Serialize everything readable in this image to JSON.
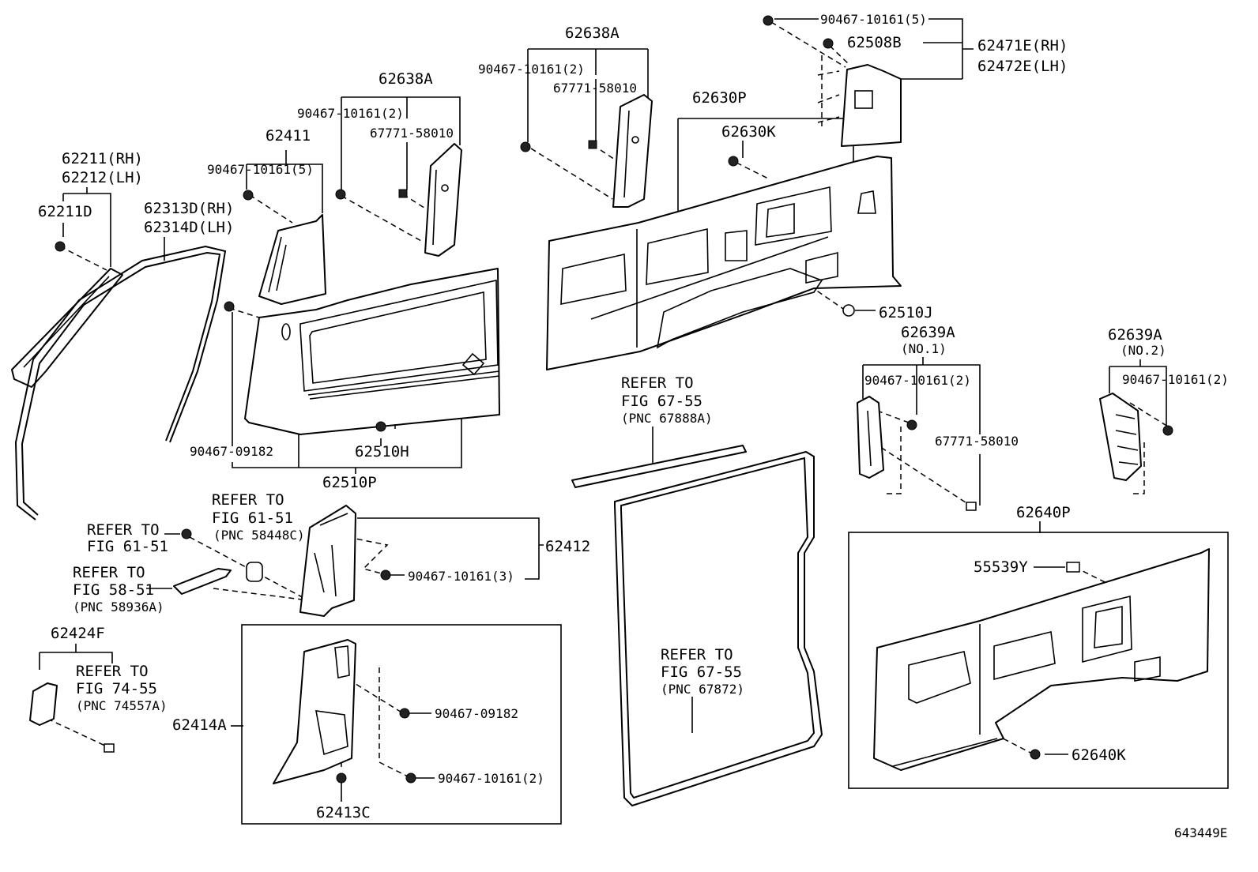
{
  "diagram_id": "643449E",
  "labels": {
    "p62638A_top": "62638A",
    "p90467_10161_2_top": "90467-10161(2)",
    "p67771_58010_top": "67771-58010",
    "p90467_10161_5_top": "90467-10161(5)",
    "p62508B": "62508B",
    "p62471E": "62471E(RH)",
    "p62472E": "62472E(LH)",
    "p62630P": "62630P",
    "p62630K": "62630K",
    "p62638A_mid": "62638A",
    "p90467_10161_2_mid": "90467-10161(2)",
    "p67771_58010_mid": "67771-58010",
    "p62411": "62411",
    "p90467_10161_5_mid": "90467-10161(5)",
    "p62211_rh": "62211(RH)",
    "p62212_lh": "62212(LH)",
    "p62211D": "62211D",
    "p62313D": "62313D(RH)",
    "p62314D": "62314D(LH)",
    "p62510J": "62510J",
    "p62639A_no1": "62639A",
    "p62639A_no1_sub": "(NO.1)",
    "p62639A_no2": "62639A",
    "p62639A_no2_sub": "(NO.2)",
    "p90467_10161_2_r1": "90467-10161(2)",
    "p90467_10161_2_r2": "90467-10161(2)",
    "p67771_58010_r": "67771-58010",
    "p90467_09182_a": "90467-09182",
    "p62510H": "62510H",
    "p62510P": "62510P",
    "ref_67_55_a_1": "REFER TO",
    "ref_67_55_a_2": "FIG 67-55",
    "ref_67_55_a_3": "(PNC 67888A)",
    "ref_61_51_a_1": "REFER TO",
    "ref_61_51_a_2": "FIG 61-51",
    "ref_61_51_a_3": "(PNC 58448C)",
    "ref_61_51_b_1": "REFER TO",
    "ref_61_51_b_2": "FIG 61-51",
    "p62412": "62412",
    "ref_58_51_1": "REFER TO",
    "ref_58_51_2": "FIG 58-51",
    "ref_58_51_3": "(PNC 58936A)",
    "p90467_10161_3": "90467-10161(3)",
    "p62640P": "62640P",
    "p55539Y": "55539Y",
    "p62424F": "62424F",
    "ref_74_55_1": "REFER TO",
    "ref_74_55_2": "FIG 74-55",
    "ref_74_55_3": "(PNC 74557A)",
    "p62414A": "62414A",
    "p90467_09182_b": "90467-09182",
    "p90467_10161_2_b": "90467-10161(2)",
    "p62413C": "62413C",
    "ref_67_55_b_1": "REFER TO",
    "ref_67_55_b_2": "FIG 67-55",
    "ref_67_55_b_3": "(PNC 67872)",
    "p62640K": "62640K"
  }
}
